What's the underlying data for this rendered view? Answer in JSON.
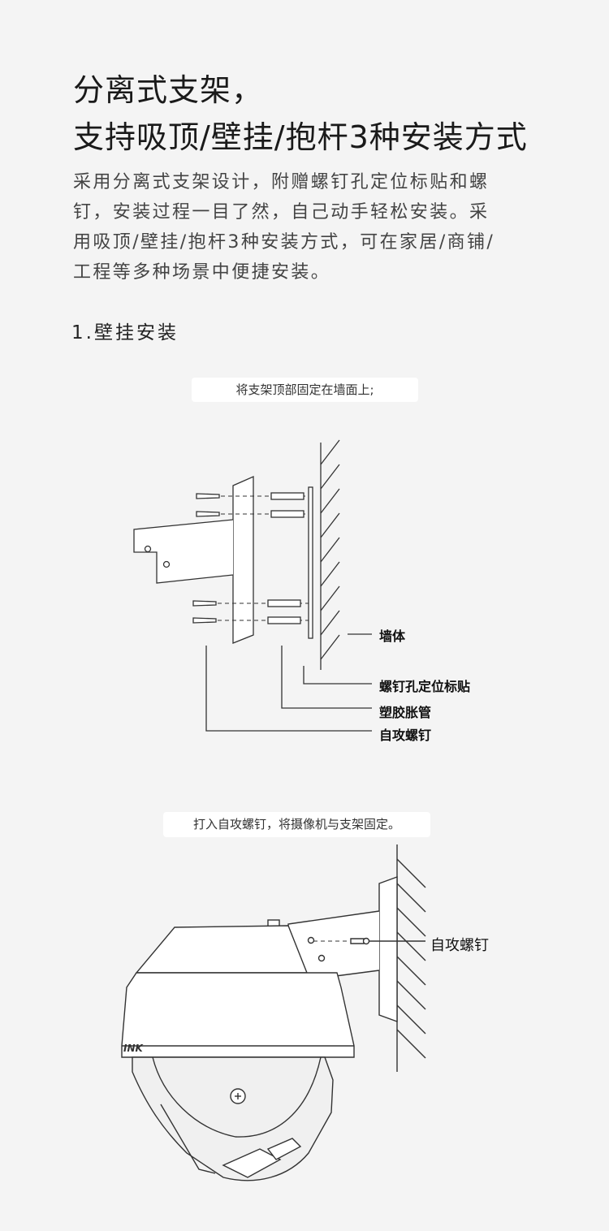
{
  "title": {
    "line1": "分离式支架，",
    "line2": "支持吸顶/壁挂/抱杆3种安装方式"
  },
  "description": {
    "lines": [
      "采用分离式支架设计，附赠螺钉孔定位标贴和螺",
      "钉，安装过程一目了然，自己动手轻松安装。采",
      "用吸顶/壁挂/抱杆3种安装方式，可在家居/商铺/",
      "工程等多种场景中便捷安装。"
    ]
  },
  "step1": {
    "heading": "1.壁挂安装",
    "caption": "将支架顶部固定在墙面上;",
    "labels": {
      "wall": "墙体",
      "sticker": "螺钉孔定位标贴",
      "anchor": "塑胶胀管",
      "screw": "自攻螺钉"
    }
  },
  "step2": {
    "caption": "打入自攻螺钉，将摄像机与支架固定。",
    "labels": {
      "screw": "自攻螺钉"
    },
    "brand_mark": "INK"
  },
  "colors": {
    "background": "#f4f4f4",
    "caption_bg": "#ffffff",
    "line": "#333333"
  }
}
